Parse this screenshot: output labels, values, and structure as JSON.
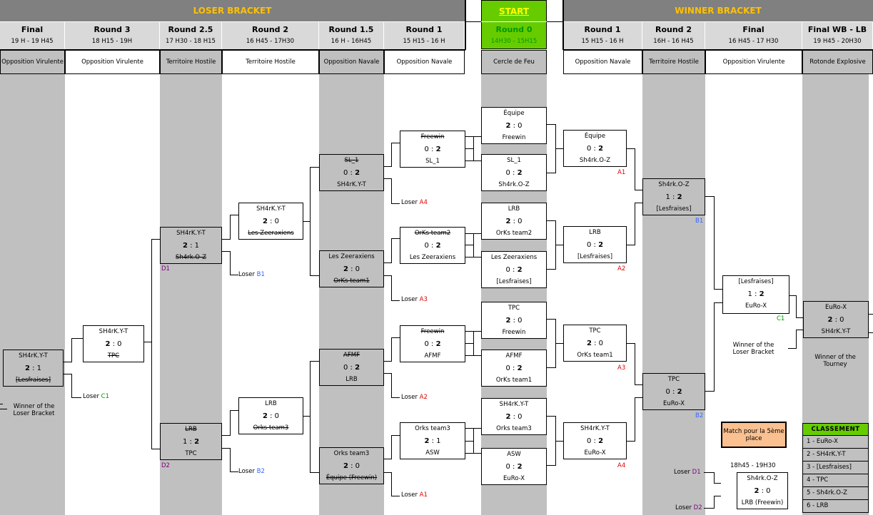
{
  "titles": {
    "loser": "LOSER BRACKET",
    "start": "START",
    "winner": "WINNER BRACKET"
  },
  "rounds": [
    {
      "name": "Final",
      "time": "19 H - 19 H45",
      "map": "Opposition Virulente"
    },
    {
      "name": "Round 3",
      "time": "18 H15 - 19H",
      "map": "Opposition Virulente"
    },
    {
      "name": "Round 2.5",
      "time": "17 H30 - 18 H15",
      "map": "Territoire Hostile"
    },
    {
      "name": "Round 2",
      "time": "16 H45 - 17H30",
      "map": "Territoire Hostile"
    },
    {
      "name": "Round 1.5",
      "time": "16 H - 16H45",
      "map": "Opposition Navale"
    },
    {
      "name": "Round 1",
      "time": "15 H15 - 16 H",
      "map": "Opposition Navale"
    },
    {
      "name": "Round 0",
      "time": "14H30 - 15H15",
      "map": "Cercle de Feu"
    },
    {
      "name": "Round 1",
      "time": "15 H15 - 16 H",
      "map": "Opposition Navale"
    },
    {
      "name": "Round 2",
      "time": "16H - 16 H45",
      "map": "Territoire Hostile"
    },
    {
      "name": "Final",
      "time": "16 H45 - 17 H30",
      "map": "Opposition Virulente"
    },
    {
      "name": "Final WB - LB",
      "time": "19 H45 - 20H30",
      "map": "Rotonde Explosive"
    }
  ],
  "matches": {
    "r0_1": {
      "a": "Équipe",
      "b": "Freewin",
      "sa": "2",
      "sb": "0"
    },
    "r0_2": {
      "a": "SL_1",
      "b": "Sh4rk.O-Z",
      "sa": "0",
      "sb": "2"
    },
    "r0_3": {
      "a": "LRB",
      "b": "OrKs team2",
      "sa": "2",
      "sb": "0"
    },
    "r0_4": {
      "a": "Les Zeeraxiens",
      "b": "[Lesfraises]",
      "sa": "0",
      "sb": "2"
    },
    "r0_5": {
      "a": "TPC",
      "b": "Freewin",
      "sa": "2",
      "sb": "0"
    },
    "r0_6": {
      "a": "AFMF",
      "b": "OrKs team1",
      "sa": "0",
      "sb": "2"
    },
    "r0_7": {
      "a": "SH4rK.Y-T",
      "b": "Orks team3",
      "sa": "2",
      "sb": "0"
    },
    "r0_8": {
      "a": "ASW",
      "b": "EuRo-X",
      "sa": "0",
      "sb": "2"
    },
    "w1_1": {
      "a": "Équipe",
      "b": "Sh4rk.O-Z",
      "sa": "0",
      "sb": "2"
    },
    "w1_2": {
      "a": "LRB",
      "b": "[Lesfraises]",
      "sa": "0",
      "sb": "2"
    },
    "w1_3": {
      "a": "TPC",
      "b": "OrKs team1",
      "sa": "2",
      "sb": "0"
    },
    "w1_4": {
      "a": "SH4rK.Y-T",
      "b": "EuRo-X",
      "sa": "0",
      "sb": "2"
    },
    "w2_1": {
      "a": "Sh4rk.O-Z",
      "b": "[Lesfraises]",
      "sa": "1",
      "sb": "2"
    },
    "w2_2": {
      "a": "TPC",
      "b": "EuRo-X",
      "sa": "0",
      "sb": "2"
    },
    "wf": {
      "a": "[Lesfraises]",
      "b": "EuRo-X",
      "sa": "1",
      "sb": "2"
    },
    "gf": {
      "a": "EuRo-X",
      "b": "SH4rK.Y-T",
      "sa": "2",
      "sb": "0"
    },
    "l1_1": {
      "a": "Freewin",
      "b": "SL_1",
      "sa": "0",
      "sb": "2"
    },
    "l1_2": {
      "a": "OrKs team2",
      "b": "Les Zeeraxiens",
      "sa": "0",
      "sb": "2"
    },
    "l1_3": {
      "a": "Freewin",
      "b": "AFMF",
      "sa": "0",
      "sb": "2"
    },
    "l1_4": {
      "a": "Orks team3",
      "b": "ASW",
      "sa": "2",
      "sb": "1"
    },
    "l15_1": {
      "a": "SL_1",
      "b": "SH4rK.Y-T",
      "sa": "0",
      "sb": "2"
    },
    "l15_2": {
      "a": "Les Zeeraxiens",
      "b": "OrKs team1",
      "sa": "2",
      "sb": "0"
    },
    "l15_3": {
      "a": "AFMF",
      "b": "LRB",
      "sa": "0",
      "sb": "2"
    },
    "l15_4": {
      "a": "Orks team3",
      "b": "Équipe (Freewin)",
      "sa": "2",
      "sb": "0"
    },
    "l2_1": {
      "a": "SH4rK.Y-T",
      "b": "Les Zeeraxiens",
      "sa": "2",
      "sb": "0"
    },
    "l2_2": {
      "a": "LRB",
      "b": "Orks team3",
      "sa": "2",
      "sb": "0"
    },
    "l25_1": {
      "a": "SH4rK.Y-T",
      "b": "Sh4rk.O-Z",
      "sa": "2",
      "sb": "1"
    },
    "l25_2": {
      "a": "LRB",
      "b": "TPC",
      "sa": "1",
      "sb": "2"
    },
    "l3": {
      "a": "SH4rK.Y-T",
      "b": "TPC",
      "sa": "2",
      "sb": "0"
    },
    "lf": {
      "a": "SH4rK.Y-T",
      "b": "[Lesfraises]",
      "sa": "2",
      "sb": "1"
    },
    "p5": {
      "a": "Sh4rk.O-Z",
      "b": "LRB (Freewin)",
      "sa": "2",
      "sb": "0"
    }
  },
  "labels": {
    "loser": "Loser",
    "A1": "A1",
    "A2": "A2",
    "A3": "A3",
    "A4": "A4",
    "B1": "B1",
    "B2": "B2",
    "C1": "C1",
    "D1": "D1",
    "D2": "D2"
  },
  "notes": {
    "winner_lb": "Winner of the Loser Bracket",
    "winner_tourney": "Winner of the Tourney",
    "match5": "Match pour la 5ème place",
    "p5_time": "18h45 - 19H30"
  },
  "classement": {
    "title": "CLASSEMENT",
    "items": [
      "1 - EuRo-X",
      "2 - SH4rK.Y-T",
      "3 - [Lesfraises]",
      "4 - TPC",
      "5 - Sh4rk.O-Z",
      "6 - LRB"
    ]
  },
  "colors": {
    "header_grey": "#808080",
    "title_orange": "#ffc000",
    "start_green": "#66cc00",
    "column_grey": "#c0c0c0",
    "match5_orange": "#fac090"
  }
}
